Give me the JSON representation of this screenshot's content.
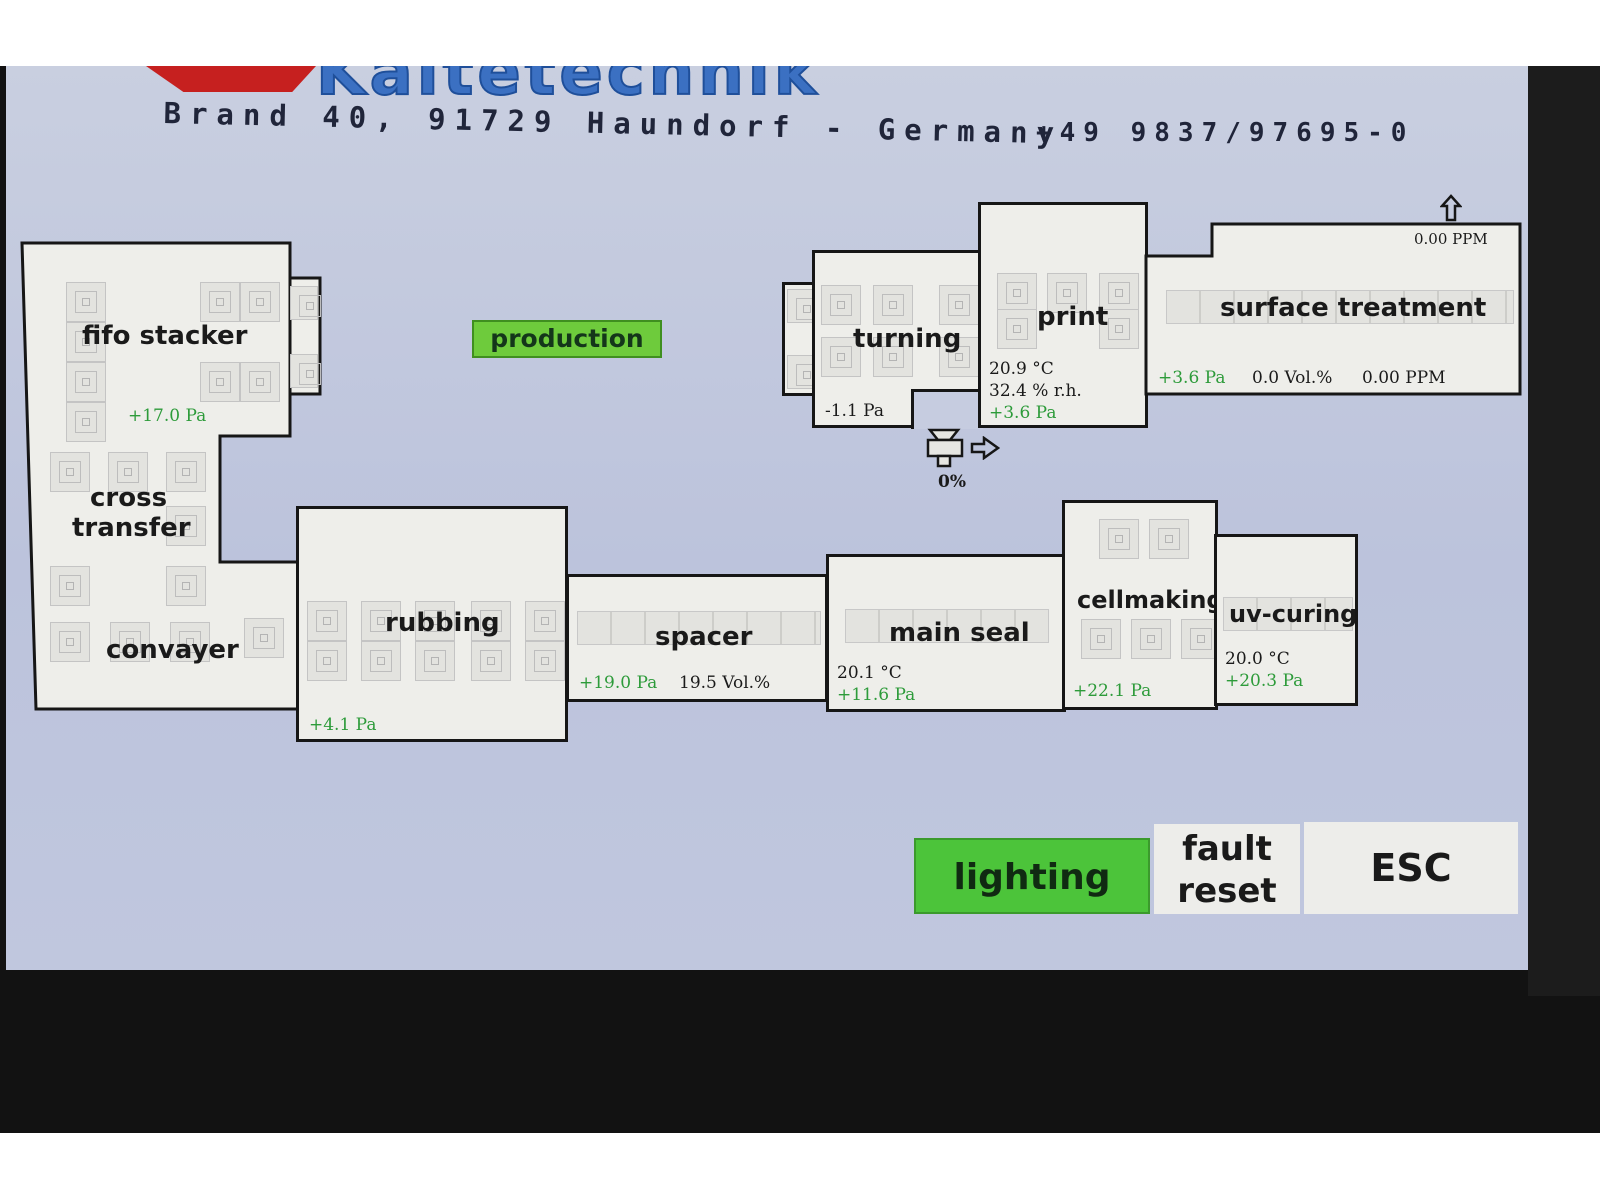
{
  "header": {
    "logo_text": "Kältetechnik",
    "address": "Brand 40, 91729 Haundorf - Germany",
    "phone": "+49 9837/97695-0"
  },
  "status": {
    "production_label": "production"
  },
  "zones": {
    "fifo_stacker": {
      "label": "fifo stacker",
      "pressure": "+17.0 Pa"
    },
    "cross_transfer": {
      "label_line1": "cross",
      "label_line2": "transfer"
    },
    "convayer": {
      "label": "convayer"
    },
    "rubbing": {
      "label": "rubbing",
      "pressure": "+4.1 Pa"
    },
    "spacer": {
      "label": "spacer",
      "pressure": "+19.0 Pa",
      "concentration": "19.5 Vol.%"
    },
    "turning": {
      "label": "turning",
      "pressure": "-1.1 Pa"
    },
    "print": {
      "label": "print",
      "temperature": "20.9 °C",
      "humidity": "32.4 % r.h.",
      "pressure": "+3.6 Pa"
    },
    "surface_treatment": {
      "label": "surface treatment",
      "ppm_top": "0.00 PPM",
      "pressure": "+3.6 Pa",
      "concentration": "0.0 Vol.%",
      "ppm": "0.00 PPM"
    },
    "main_seal": {
      "label": "main seal",
      "temperature": "20.1 °C",
      "pressure": "+11.6 Pa"
    },
    "cellmaking": {
      "label": "cellmaking",
      "pressure": "+22.1 Pa"
    },
    "uv_curing": {
      "label": "uv-curing",
      "temperature": "20.0 °C",
      "pressure": "+20.3 Pa"
    }
  },
  "valve": {
    "percent": "0%",
    "icon": "valve-icon",
    "arrow_icon": "arrow-right-icon"
  },
  "exhaust_icon": "arrow-up-icon",
  "buttons": {
    "lighting": "lighting",
    "fault_line1": "fault",
    "fault_line2": "reset",
    "esc": "ESC"
  },
  "colors": {
    "status_green": "#6ecb3c",
    "lighting_green": "#4cc43a",
    "value_green": "#2d9b3a",
    "logo_red": "#c6201f",
    "logo_blue": "#3b70c2",
    "screen_bg": "#c9cfe0"
  }
}
